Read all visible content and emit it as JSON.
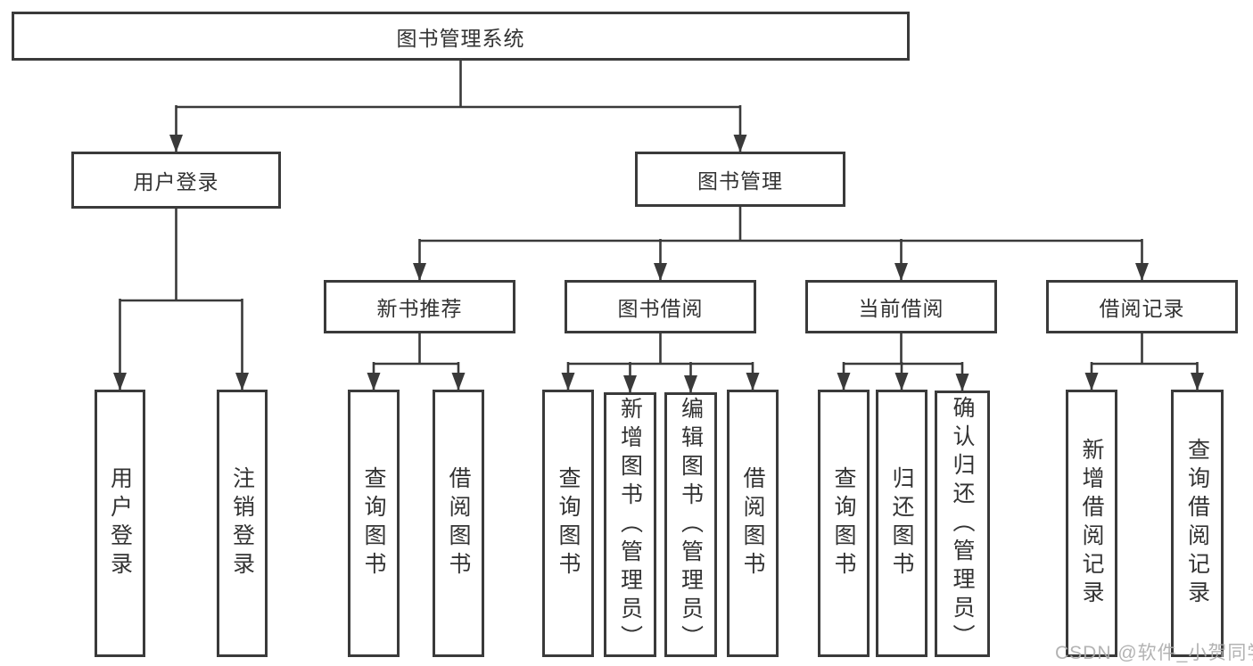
{
  "tree": {
    "root": "图书管理系统",
    "branches": [
      {
        "label": "用户登录",
        "children": [
          "用户登录",
          "注销登录"
        ]
      },
      {
        "label": "图书管理",
        "groups": [
          {
            "label": "新书推荐",
            "children": [
              "查询图书",
              "借阅图书"
            ]
          },
          {
            "label": "图书借阅",
            "children": [
              "查询图书",
              "新增图书（管理员）",
              "编辑图书（管理员）",
              "借阅图书"
            ]
          },
          {
            "label": "当前借阅",
            "children": [
              "查询图书",
              "归还图书",
              "确认归还（管理员）"
            ]
          },
          {
            "label": "借阅记录",
            "children": [
              "新增借阅记录",
              "查询借阅记录"
            ]
          }
        ]
      }
    ]
  },
  "watermark": {
    "text": "CSDN @软件_小贺同学",
    "color": "#acacac"
  },
  "colors": {
    "line": "#3a3a3a",
    "box_border": "#3a3a3a",
    "box_fill": "#ffffff",
    "text": "#333333",
    "background": "#ffffff"
  }
}
